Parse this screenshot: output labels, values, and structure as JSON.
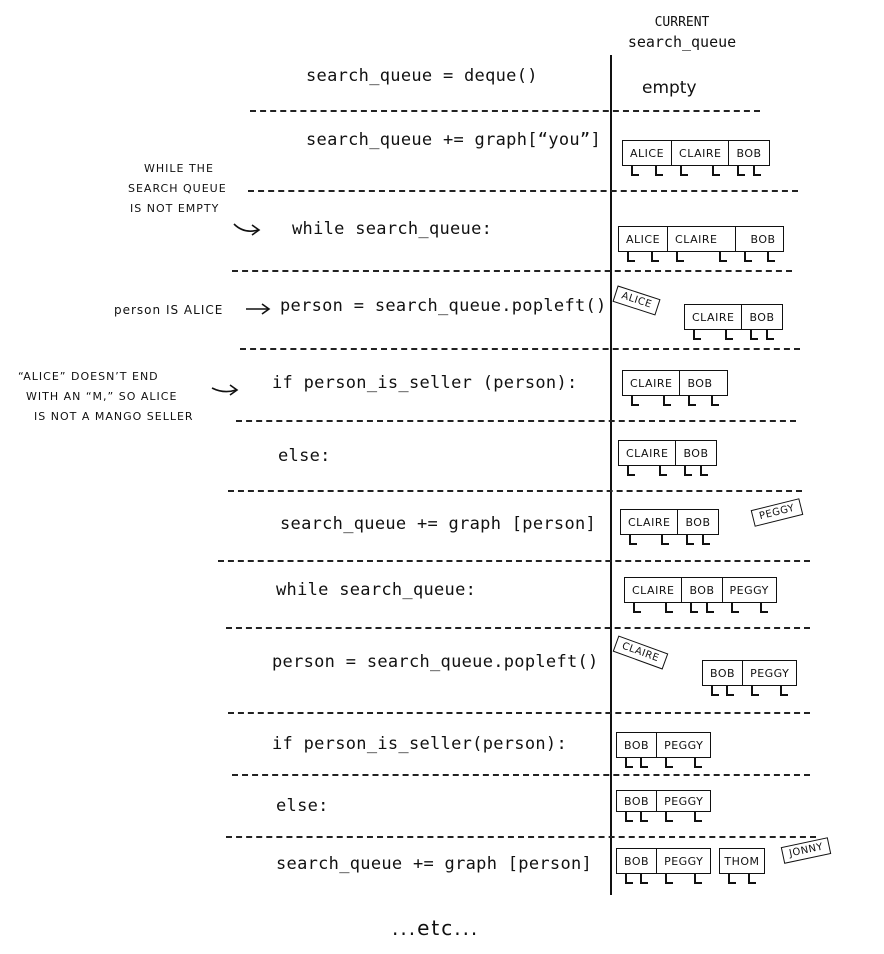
{
  "header": {
    "current_label": "CURRENT",
    "queue_label": "search_queue",
    "empty_label": "empty"
  },
  "steps": [
    {
      "code": "search_queue = deque()"
    },
    {
      "code": "search_queue += graph[“you”]"
    },
    {
      "code": "while search_queue:"
    },
    {
      "code": "person = search_queue.popleft()"
    },
    {
      "code": "if person_is_seller (person):"
    },
    {
      "code": "else:"
    },
    {
      "code": "search_queue += graph [person]"
    },
    {
      "code": "while search_queue:"
    },
    {
      "code": "person = search_queue.popleft()"
    },
    {
      "code": "if person_is_seller(person):"
    },
    {
      "code": "else:"
    },
    {
      "code": "search_queue += graph [person]"
    }
  ],
  "notes": {
    "while_line1": "WHILE THE",
    "while_line2": "SEARCH QUEUE",
    "while_line3": "IS NOT EMPTY",
    "person_note": "person IS ALICE",
    "alice_line1": "“ALICE” DOESN’T END",
    "alice_line2": "WITH AN “M,” SO ALICE",
    "alice_line3": "IS NOT A MANGO SELLER"
  },
  "queues": {
    "q1": [
      "ALICE",
      "CLAIRE",
      "BOB"
    ],
    "q2": [
      "ALICE",
      "CLAIRE",
      "BOB"
    ],
    "q3_removed": "ALICE",
    "q3": [
      "CLAIRE",
      "BOB"
    ],
    "q4": [
      "CLAIRE",
      "BOB"
    ],
    "q5": [
      "CLAIRE",
      "BOB"
    ],
    "q6": [
      "CLAIRE",
      "BOB"
    ],
    "q6_added": "PEGGY",
    "q7": [
      "CLAIRE",
      "BOB",
      "PEGGY"
    ],
    "q8_removed": "CLAIRE",
    "q8": [
      "BOB",
      "PEGGY"
    ],
    "q9": [
      "BOB",
      "PEGGY"
    ],
    "q10": [
      "BOB",
      "PEGGY"
    ],
    "q11": [
      "BOB",
      "PEGGY",
      "THOM"
    ],
    "q11_added": "JONNY"
  },
  "footer": {
    "etc": "...etc..."
  }
}
